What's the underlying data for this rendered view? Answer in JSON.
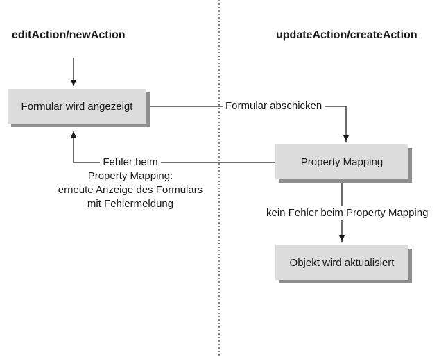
{
  "headings": {
    "left": "editAction/newAction",
    "right": "updateAction/createAction"
  },
  "nodes": {
    "form_shown": "Formular wird angezeigt",
    "property_mapping": "Property Mapping",
    "object_updated": "Objekt wird aktualisiert"
  },
  "edges": {
    "submit": "Formular abschicken",
    "error_lines": [
      "Fehler beim",
      "Property Mapping:",
      "erneute Anzeige des Formulars",
      "mit Fehlermeldung"
    ],
    "no_error": "kein Fehler beim Property Mapping"
  }
}
